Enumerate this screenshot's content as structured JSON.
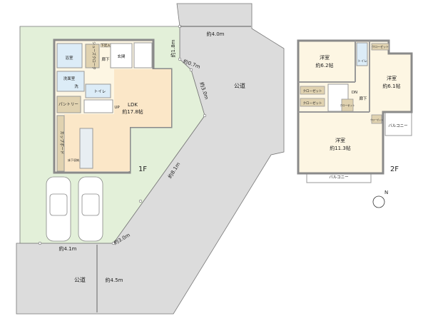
{
  "colors": {
    "road": "#dcdcdc",
    "lot": "#e3f0d9",
    "floor": "#fdf6e3",
    "ldk": "#fbe7c8",
    "wet": "#dcecf7",
    "storage": "#e0d2b0",
    "wall": "#9a9a9a"
  },
  "roads": {
    "top_label": "公道",
    "bottom_label": "公道"
  },
  "dimensions": {
    "top_width": "約4.0m",
    "d1": "約1.8m",
    "d2": "約0.7m",
    "d3": "約3.0m",
    "d4": "約8.1m",
    "d5": "約3.0m",
    "d6": "約4.1m",
    "road_width": "約4.5m"
  },
  "floor1": {
    "label": "1F",
    "rooms": {
      "bath": "浴室",
      "shoes": "シューズクローク",
      "getabako": "下足入",
      "hall": "廊下",
      "entrance": "玄関",
      "washroom": "洗面室",
      "washer": "洗",
      "toilet": "トイレ",
      "pantry": "パントリー",
      "up": "UP",
      "ldk": "LDK",
      "ldk_size": "約17.8帖",
      "cupboard": "カップボード",
      "underfloor": "床下収納"
    }
  },
  "floor2": {
    "label": "2F",
    "rooms": {
      "western1": "洋室",
      "western1_size": "約6.2帖",
      "toilet": "トイレ",
      "closet_top": "クローゼット",
      "western2": "洋室",
      "western2_size": "約6.1帖",
      "closet_a": "クローゼット",
      "closet_b": "クローゼット",
      "closet_c": "クローゼット",
      "closet_d": "クローゼット",
      "dn": "DN",
      "hall": "廊下",
      "western3": "洋室",
      "western3_size": "約11.3帖",
      "balcony_right": "バルコニー",
      "balcony_bottom": "バルコニー"
    }
  },
  "compass": {
    "label": "N"
  }
}
